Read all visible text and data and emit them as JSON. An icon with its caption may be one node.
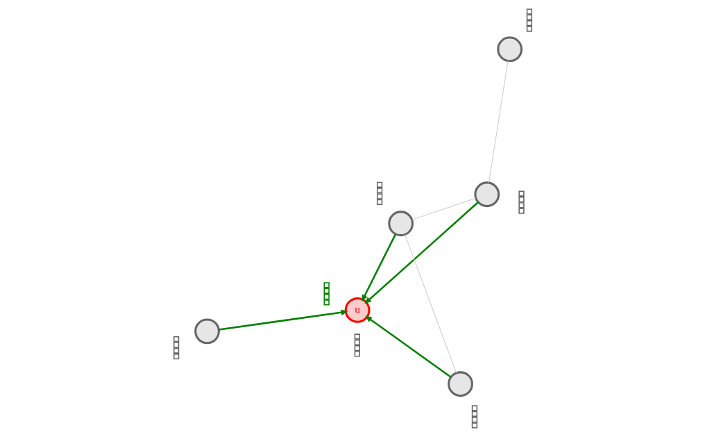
{
  "diagram": {
    "nodes": [
      {
        "text": [],
        "shape": "circle"
      },
      {
        "text": [],
        "shape": "circle"
      },
      {
        "text": [
          "u"
        ]
      },
      {
        "text": [],
        "shape": "circle"
      },
      {
        "text": [],
        "shape": "circle"
      },
      {
        "text": [],
        "shape": "circle"
      },
      {
        "text": [],
        "shape": "bar"
      },
      {
        "text": [],
        "shape": "bar"
      },
      {
        "text": [],
        "shape": "bar"
      },
      {
        "text": [],
        "shape": "bar"
      },
      {
        "text": [],
        "shape": "bar"
      },
      {
        "text": [],
        "shape": "bar"
      },
      {
        "text": [],
        "shape": "bar"
      }
    ],
    "edges": [
      {
        "from": 0,
        "to": 2,
        "arrow": "to"
      },
      {
        "from": 1,
        "to": 2,
        "arrow": "to"
      },
      {
        "from": 4,
        "to": 2,
        "arrow": "to"
      },
      {
        "from": 5,
        "to": 2,
        "arrow": "to"
      },
      {
        "from": 1,
        "to": 3,
        "arrow": "none",
        "color": "#cccccc"
      },
      {
        "from": 1,
        "to": 5,
        "arrow": "none",
        "color": "#cccccc"
      },
      {
        "from": 4,
        "to": 5,
        "arrow": "none",
        "color": "#cccccc"
      }
    ]
  }
}
